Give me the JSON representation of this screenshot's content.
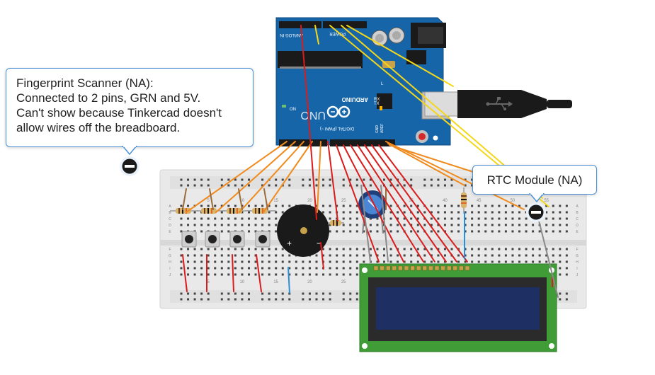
{
  "notes": {
    "fingerprint": {
      "lines": [
        "Fingerprint Scanner (NA):",
        "Connected to 2 pins, GRN and 5V.",
        "Can't show because Tinkercad doesn't",
        "allow wires off the breadboard."
      ]
    },
    "rtc": {
      "text": "RTC Module (NA)"
    }
  },
  "arduino": {
    "brand": "ARDUINO",
    "model": "UNO",
    "section_power": "POWER",
    "section_analog": "ANALOG IN",
    "section_digital": "DIGITAL (PWM ~)",
    "label_on": "ON",
    "label_tx": "TX",
    "label_rx": "RX",
    "label_l": "L",
    "label_aref": "AREF",
    "label_gnd": "GND"
  },
  "breadboard": {
    "col_numbers": [
      "5",
      "10",
      "15",
      "20",
      "25",
      "30",
      "35",
      "40",
      "45",
      "50",
      "55"
    ],
    "row_letters": [
      "A",
      "B",
      "C",
      "D",
      "E",
      "F",
      "G",
      "H",
      "I",
      "J"
    ]
  },
  "buzzer": {
    "plus": "+",
    "minus": "−"
  },
  "colors": {
    "board_blue": "#1565a8",
    "wire_orange": "#f08a1c",
    "wire_red": "#d91c1c",
    "wire_yellow": "#f4d71a",
    "wire_blue": "#2a8fd6",
    "wire_gray": "#8a8a8a",
    "lcd_pcb": "#3f9c36",
    "lcd_screen": "#1e2f63",
    "note_border": "#4a90d9"
  },
  "icons": [
    "minus-circle-icon",
    "usb-plug-icon"
  ]
}
